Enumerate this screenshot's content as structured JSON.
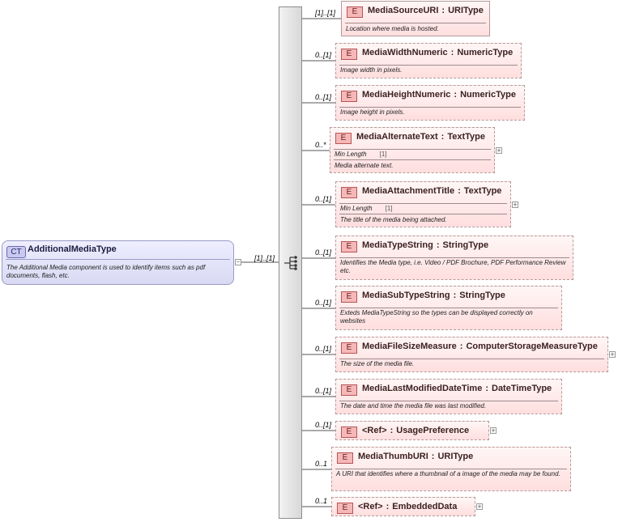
{
  "root": {
    "badge": "CT",
    "name": "AdditionalMediaType",
    "documentation": "The Additional Media component is used to identify items such as pdf documents, flash, etc.",
    "occurrence": "[1]..[1]"
  },
  "elements": [
    {
      "badge": "E",
      "name": "MediaSourceURI",
      "type": "URIType",
      "occurrence": "[1]..[1]",
      "optional": false,
      "documentation": "Location where media is hosted."
    },
    {
      "badge": "E",
      "name": "MediaWidthNumeric",
      "type": "NumericType",
      "occurrence": "0..[1]",
      "optional": true,
      "documentation": "Image width in pixels."
    },
    {
      "badge": "E",
      "name": "MediaHeightNumeric",
      "type": "NumericType",
      "occurrence": "0..[1]",
      "optional": true,
      "documentation": "Image height in pixels."
    },
    {
      "badge": "E",
      "name": "MediaAlternateText",
      "type": "TextType",
      "occurrence": "0..*",
      "optional": true,
      "facet_label": "Min Length",
      "facet_value": "[1]",
      "documentation": "Media alternate text."
    },
    {
      "badge": "E",
      "name": "MediaAttachmentTitle",
      "type": "TextType",
      "occurrence": "0..[1]",
      "optional": true,
      "facet_label": "Min Length",
      "facet_value": "[1]",
      "documentation": "The title of the media being attached."
    },
    {
      "badge": "E",
      "name": "MediaTypeString",
      "type": "StringType",
      "occurrence": "0..[1]",
      "optional": true,
      "documentation": "Identifies the Media type, i.e. Video / PDF Brochure, PDF Performance Review etc."
    },
    {
      "badge": "E",
      "name": "MediaSubTypeString",
      "type": "StringType",
      "occurrence": "0..[1]",
      "optional": true,
      "documentation": "Exteds MediaTypeString so the types can be displayed correctly on websites"
    },
    {
      "badge": "E",
      "name": "MediaFileSizeMeasure",
      "type": "ComputerStorageMeasureType",
      "occurrence": "0..[1]",
      "optional": true,
      "documentation": "The size of the media file."
    },
    {
      "badge": "E",
      "name": "MediaLastModifiedDateTime",
      "type": "DateTimeType",
      "occurrence": "0..[1]",
      "optional": true,
      "documentation": "The date and time the media file was last modified."
    },
    {
      "badge": "E",
      "name": "<Ref>",
      "type": "UsagePreference",
      "occurrence": "0..[1]",
      "optional": true
    },
    {
      "badge": "E",
      "name": "MediaThumbURI",
      "type": "URIType",
      "occurrence": "0..1",
      "optional": true,
      "documentation": "A URI that identifies where a thumbnail of a image of the media may be found."
    },
    {
      "badge": "E",
      "name": "<Ref>",
      "type": "EmbeddedData",
      "occurrence": "0..1",
      "optional": true
    }
  ]
}
